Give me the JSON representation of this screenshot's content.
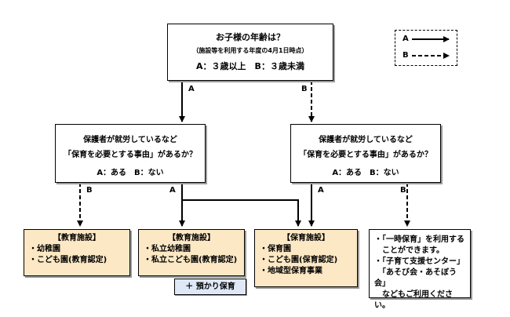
{
  "top": {
    "question": "お子様の年齢は？",
    "sub": "（施設等を利用する年度の4月1日時点）",
    "options": "A：３歳以上　B：３歳未満"
  },
  "legend": {
    "a": "A",
    "b": "B"
  },
  "branch_labels": {
    "top_a": "A",
    "top_b": "B",
    "left_b": "B",
    "left_a": "A",
    "right_a": "A",
    "right_b": "B"
  },
  "mid_left": {
    "line1": "保護者が就労しているなど",
    "line2": "「保育を必要とする事由」があるか？",
    "options": "A：ある　B：ない"
  },
  "mid_right": {
    "line1": "保護者が就労しているなど",
    "line2": "「保育を必要とする事由」があるか？",
    "options": "A：ある　B：ない"
  },
  "result1": {
    "title": "【教育施設】",
    "items": [
      "・幼稚園",
      "・こども園(教育認定)"
    ]
  },
  "result2": {
    "title": "【教育施設】",
    "items": [
      "・私立幼稚園",
      "・私立こども園(教育認定)"
    ],
    "extra": "＋ 預かり保育"
  },
  "result3": {
    "title": "【保育施設】",
    "items": [
      "・保育園",
      "・こども園(保育認定)",
      "・地域型保育事業"
    ]
  },
  "note": {
    "lines": [
      "・「一時保育」を利用する",
      "　ことができます。",
      "・「子育て支援センター」",
      "　「あそび会・あそぼう会」",
      "　などもご利用ください。"
    ]
  }
}
